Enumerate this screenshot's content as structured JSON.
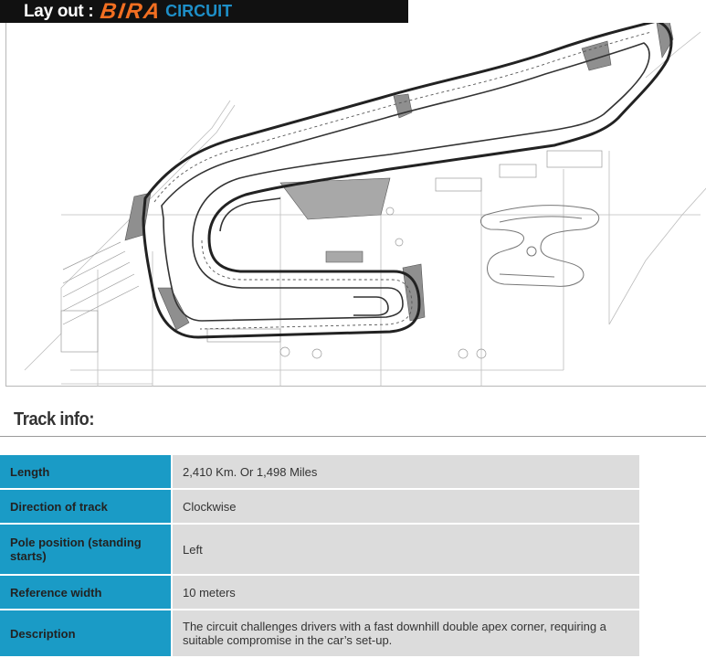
{
  "banner": {
    "prefix": "Lay out :",
    "brand": "BIRA",
    "suffix": "CIRCUIT"
  },
  "section": {
    "heading": "Track info:"
  },
  "track_info": {
    "rows": [
      {
        "label": "Length",
        "value": "2,410 Km.  Or 1,498 Miles"
      },
      {
        "label": "Direction of track",
        "value": "Clockwise"
      },
      {
        "label": "Pole position (standing starts)",
        "value": "Left"
      },
      {
        "label": "Reference width",
        "value": "10 meters"
      },
      {
        "label": "Description",
        "value": "The circuit challenges drivers with a fast downhill   double apex corner, requiring a suitable compromise in the car’s set-up."
      }
    ]
  },
  "colors": {
    "banner_bg": "#111111",
    "brand_orange": "#f36f21",
    "brand_blue": "#1e8fc8",
    "label_bg": "#1a9bc6",
    "value_bg": "#dcdcdc"
  }
}
